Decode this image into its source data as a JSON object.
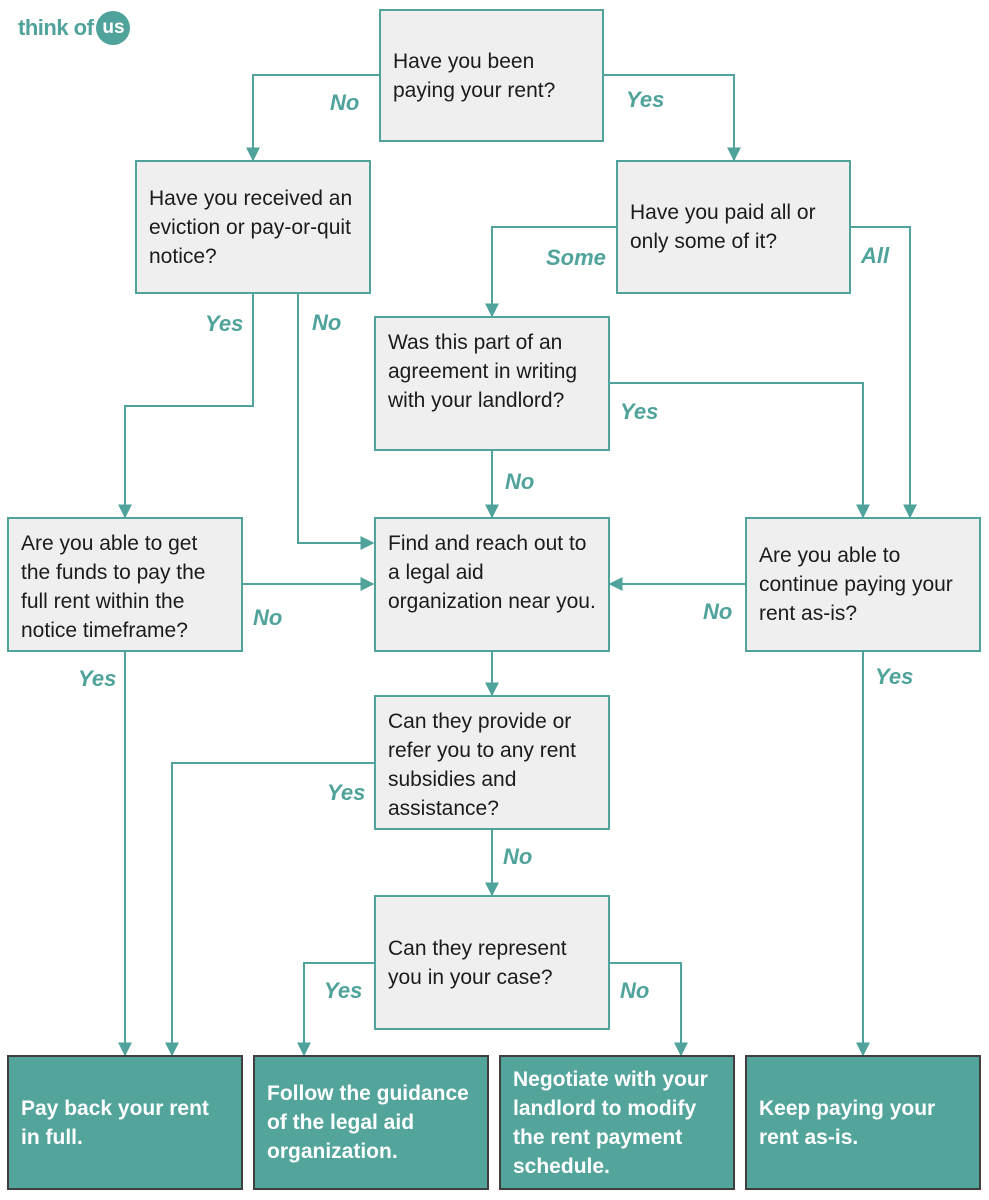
{
  "logo": {
    "text": "think of",
    "badge": "us"
  },
  "nodes": {
    "q1": "Have you been paying your rent?",
    "q_notice": "Have you received an eviction or pay-or-quit notice?",
    "q_paid": "Have you paid all or only some of it?",
    "q_agreement": "Was this part of an agreement in writing with your landlord?",
    "q_funds": "Are you able to get the funds to pay the full rent within the notice timeframe?",
    "legal_aid": "Find and reach out to a legal aid organization near you.",
    "q_continue": "Are you able to continue paying your rent as-is?",
    "q_subsidies": "Can they provide or refer you to any rent subsidies and assistance?",
    "q_represent": "Can they represent you in your case?"
  },
  "outcomes": {
    "pay_back": "Pay back your rent in full.",
    "follow": "Follow the guidance of the legal aid organization.",
    "negotiate": "Negotiate with your landlord to modify the rent payment schedule.",
    "keep": "Keep paying your rent as-is."
  },
  "labels": {
    "q1_no": "No",
    "q1_yes": "Yes",
    "notice_yes": "Yes",
    "notice_no": "No",
    "paid_some": "Some",
    "paid_all": "All",
    "agreement_yes": "Yes",
    "agreement_no": "No",
    "funds_no": "No",
    "funds_yes": "Yes",
    "continue_no": "No",
    "continue_yes": "Yes",
    "subsidies_yes": "Yes",
    "subsidies_no": "No",
    "represent_yes": "Yes",
    "represent_no": "No"
  },
  "colors": {
    "accent": "#4fa39b",
    "question_fill": "#efefef",
    "outcome_fill": "#53a59c",
    "outcome_border": "#3f3f3f"
  }
}
